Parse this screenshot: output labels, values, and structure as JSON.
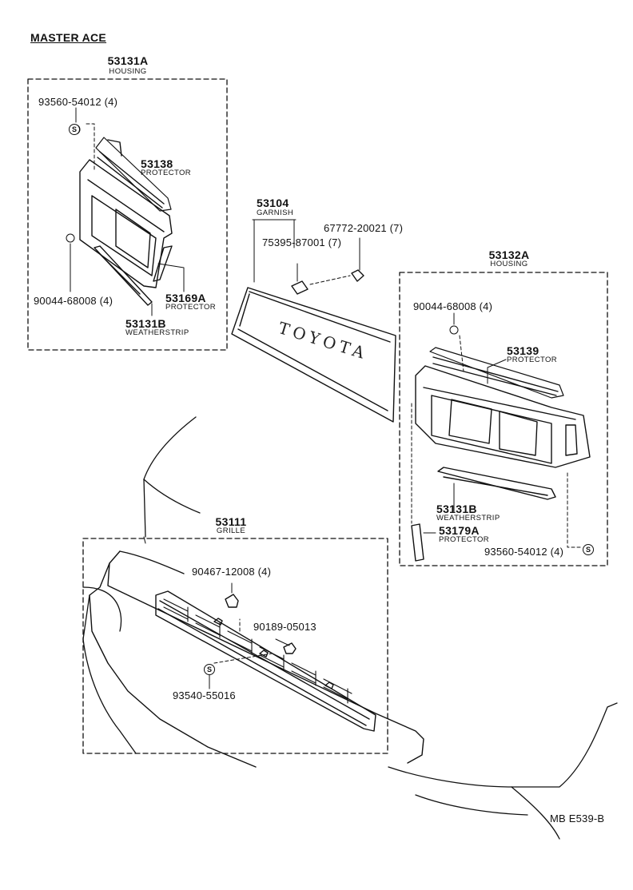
{
  "page": {
    "title": "MASTER ACE",
    "reference": "MB E539-B"
  },
  "groups": {
    "left_housing": {
      "number": "53131A",
      "name": "HOUSING"
    },
    "right_housing": {
      "number": "53132A",
      "name": "HOUSING"
    },
    "garnish": {
      "number": "53104",
      "name": "GARNISH"
    },
    "grille": {
      "number": "53111",
      "name": "GRILLE"
    }
  },
  "parts": {
    "left_screw": "93560-54012 (4)",
    "left_protector_top": {
      "number": "53138",
      "name": "PROTECTOR"
    },
    "left_nut": "90044-68008 (4)",
    "left_protector_side": {
      "number": "53169A",
      "name": "PROTECTOR"
    },
    "left_weatherstrip": {
      "number": "53131B",
      "name": "WEATHERSTRIP"
    },
    "garnish_screw": "67772-20021 (7)",
    "garnish_clip": "75395-87001 (7)",
    "right_nut": "90044-68008 (4)",
    "right_protector_top": {
      "number": "53139",
      "name": "PROTECTOR"
    },
    "right_weatherstrip": {
      "number": "53131B",
      "name": "WEATHERSTRIP"
    },
    "right_protector_side": {
      "number": "53179A",
      "name": "PROTECTOR"
    },
    "right_screw": "93560-54012 (4)",
    "grille_clip": "90467-12008 (4)",
    "grille_nut": "90189-05013",
    "grille_screw": "93540-55016"
  },
  "emblem": {
    "text": "TOYOTA"
  },
  "symbols": {
    "screw_mark": "S"
  }
}
